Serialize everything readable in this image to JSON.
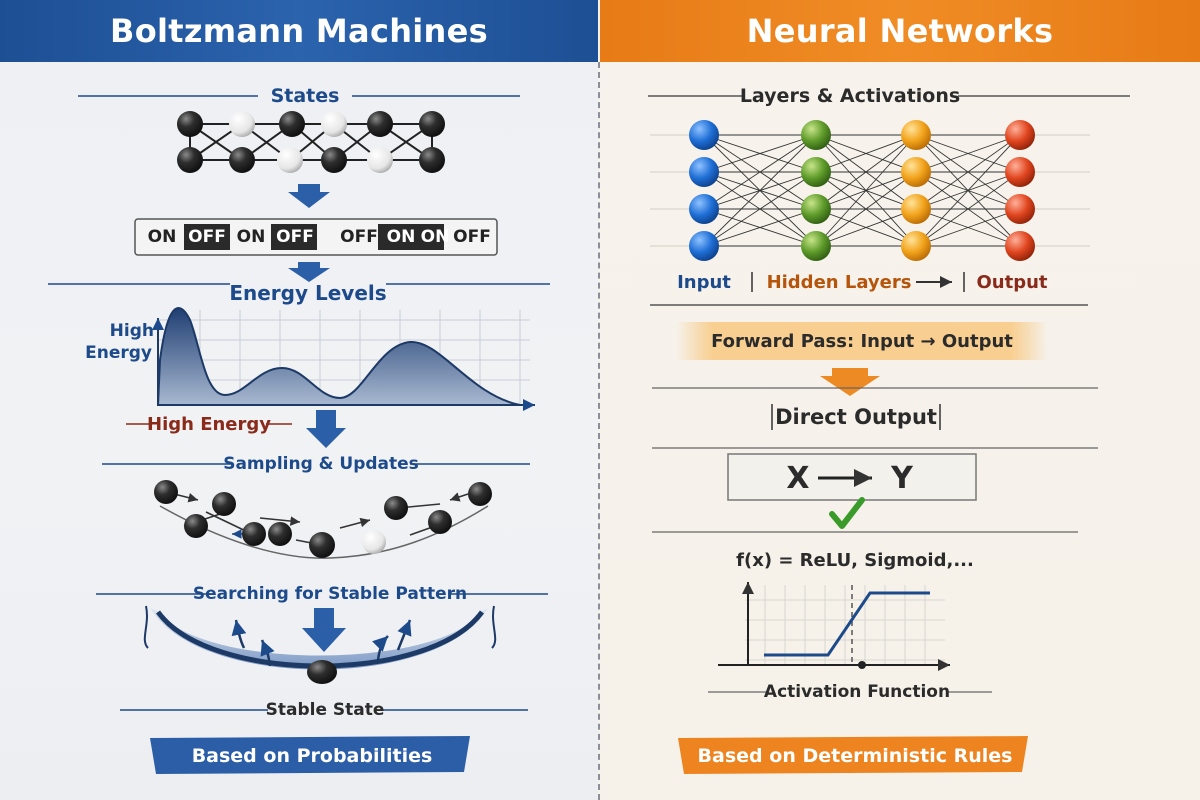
{
  "left": {
    "title": "Boltzmann Machines",
    "states_label": "States",
    "state_bits": [
      "ON",
      "OFF",
      "ON",
      "OFF",
      "OFF",
      "ON",
      "ON",
      "OFF"
    ],
    "energy_title": "Energy Levels",
    "energy_y_label_1": "High",
    "energy_y_label_2": "Energy",
    "energy_x_label": "High Energy",
    "sampling_label": "Sampling & Updates",
    "searching_label": "Searching for Stable Pattern",
    "stable_label": "Stable State",
    "banner": "Based on Probabilities"
  },
  "right": {
    "title": "Neural Networks",
    "layers_label": "Layers & Activations",
    "input_label": "Input",
    "hidden_label": "Hidden Layers",
    "output_label": "Output",
    "forward_pass": "Forward Pass: Input → Output",
    "direct_output": "Direct Output",
    "x_label": "X",
    "y_label": "Y",
    "formula": "f(x) = ReLU, Sigmoid,...",
    "activation_label": "Activation Function",
    "banner": "Based on Deterministic Rules"
  },
  "colors": {
    "blue_header": "#2b63ad",
    "orange_header": "#f08c25",
    "input_node": "#1f6fd6",
    "hidden_node_1": "#5e9b2a",
    "hidden_node_2": "#f2a31b",
    "output_node": "#e0461f",
    "check": "#3a9a2a"
  }
}
